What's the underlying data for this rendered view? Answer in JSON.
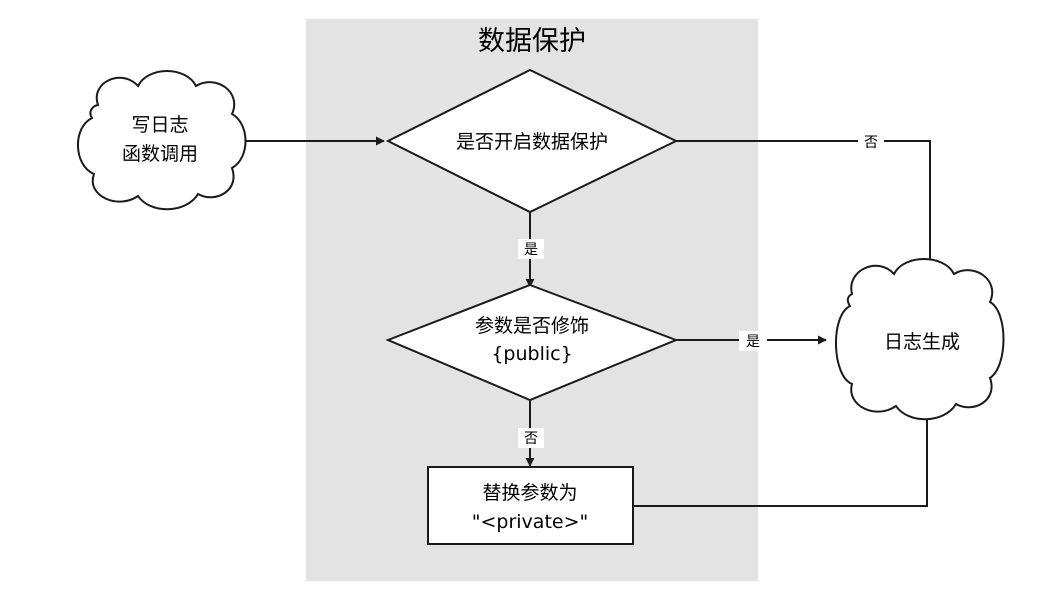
{
  "colors": {
    "group_fill": "#e3e3e3",
    "stroke": "#1a1a1a",
    "node_fill": "#ffffff",
    "background": "#ffffff"
  },
  "group": {
    "title": "数据保护"
  },
  "nodes": {
    "start": {
      "shape": "cloud",
      "lines": [
        "写日志",
        "函数调用"
      ]
    },
    "decision_enabled": {
      "shape": "diamond",
      "lines": [
        "是否开启数据保护"
      ]
    },
    "decision_public": {
      "shape": "diamond",
      "lines": [
        "参数是否修饰",
        "{public}"
      ]
    },
    "replace": {
      "shape": "rectangle",
      "lines": [
        "替换参数为",
        "\"<private>\""
      ]
    },
    "log_output": {
      "shape": "cloud",
      "lines": [
        "日志生成"
      ]
    }
  },
  "edges": {
    "start_to_enabled": {
      "from": "start",
      "to": "decision_enabled",
      "label": ""
    },
    "enabled_no": {
      "from": "decision_enabled",
      "to": "log_output",
      "label": "否"
    },
    "enabled_yes": {
      "from": "decision_enabled",
      "to": "decision_public",
      "label": "是"
    },
    "public_yes": {
      "from": "decision_public",
      "to": "log_output",
      "label": "是"
    },
    "public_no": {
      "from": "decision_public",
      "to": "replace",
      "label": "否"
    },
    "replace_to_log": {
      "from": "replace",
      "to": "log_output",
      "label": ""
    }
  }
}
